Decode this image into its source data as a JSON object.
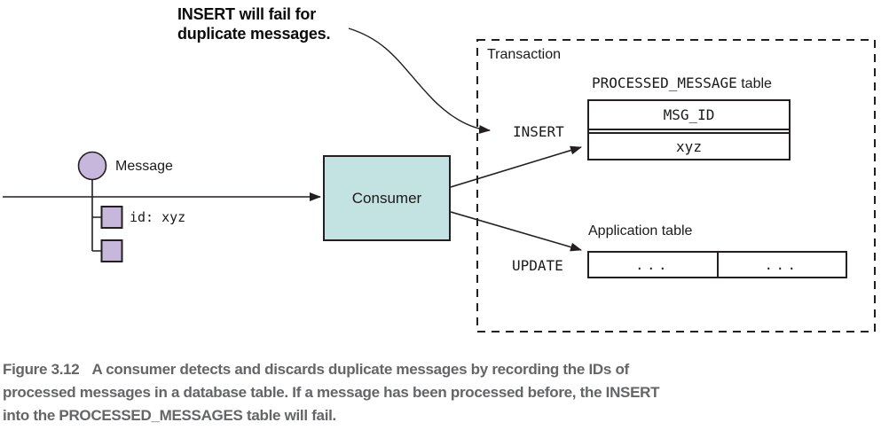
{
  "annotation": {
    "line1": "INSERT will fail for",
    "line2": "duplicate messages."
  },
  "message": {
    "label": "Message",
    "id_label": "id: xyz"
  },
  "consumer": {
    "label": "Consumer"
  },
  "transaction": {
    "label": "Transaction",
    "insert_label": "INSERT",
    "update_label": "UPDATE",
    "processed_table": {
      "title_mono": "PROCESSED_MESSAGE",
      "title_sans": "table",
      "header": "MSG_ID",
      "row": "xyz"
    },
    "application_table": {
      "title": "Application table",
      "cells": [
        "...",
        "..."
      ]
    }
  },
  "caption": {
    "label": "Figure 3.12",
    "lines": [
      "A consumer detects and discards duplicate messages by recording the IDs of",
      "processed messages in a database table. If a message has been processed before, the INSERT",
      "into the PROCESSED_MESSAGES table will fail."
    ]
  },
  "colors": {
    "lavender": "#c8b7dd",
    "teal": "#c3e2e2",
    "line": "#231f20",
    "caption_gray": "#646567"
  }
}
